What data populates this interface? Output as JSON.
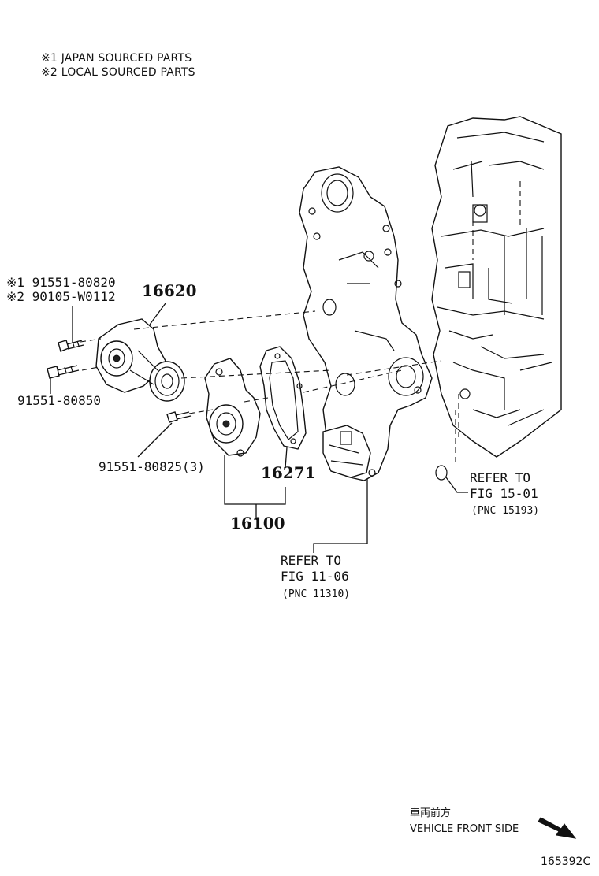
{
  "notes": [
    "※1 JAPAN SOURCED PARTS",
    "※2 LOCAL SOURCED PARTS"
  ],
  "parts": {
    "p1": "※1 91551-80820",
    "p2": "※2 90105-W0112",
    "p3": "16620",
    "p4": "91551-80850",
    "p5": "91551-80825(3)",
    "p6": "16271",
    "p7": "16100"
  },
  "refer_a": {
    "l1": "REFER TO",
    "l2": "FIG 15-01",
    "l3": "(PNC 15193)"
  },
  "refer_b": {
    "l1": "REFER TO",
    "l2": "FIG 11-06",
    "l3": "(PNC 11310)"
  },
  "front": {
    "jp": "車両前方",
    "en": "VEHICLE FRONT SIDE"
  },
  "figure_id": "165392C",
  "icons": {
    "arrow": "front-direction-arrow-icon"
  }
}
